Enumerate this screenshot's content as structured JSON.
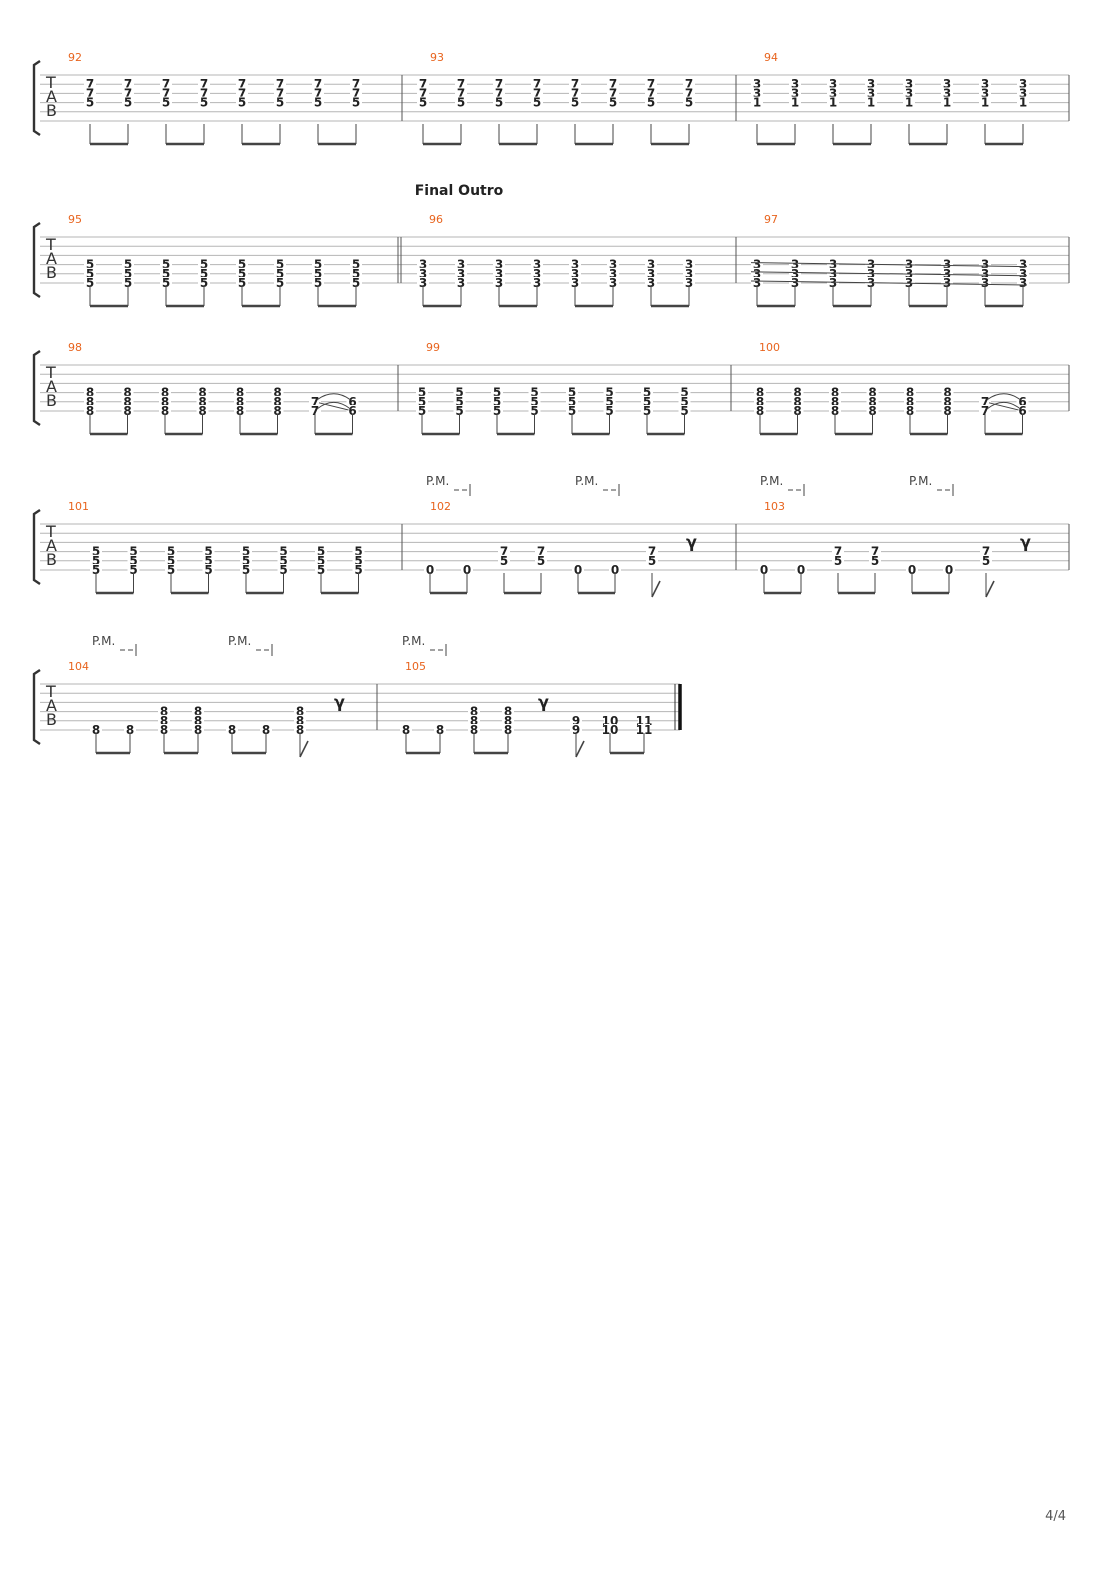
{
  "page_number": "4/4",
  "tab_letters": [
    "T",
    "A",
    "B"
  ],
  "pm_label": "P.M.",
  "systems": [
    {
      "measures": [
        {
          "number": "92",
          "beats": [
            [
              "7",
              "7",
              "5"
            ],
            [
              "7",
              "7",
              "5"
            ],
            [
              "7",
              "7",
              "5"
            ],
            [
              "7",
              "7",
              "5"
            ],
            [
              "7",
              "7",
              "5"
            ],
            [
              "7",
              "7",
              "5"
            ],
            [
              "7",
              "7",
              "5"
            ],
            [
              "7",
              "7",
              "5"
            ]
          ]
        },
        {
          "number": "93",
          "beats": [
            [
              "7",
              "7",
              "5"
            ],
            [
              "7",
              "7",
              "5"
            ],
            [
              "7",
              "7",
              "5"
            ],
            [
              "7",
              "7",
              "5"
            ],
            [
              "7",
              "7",
              "5"
            ],
            [
              "7",
              "7",
              "5"
            ],
            [
              "7",
              "7",
              "5"
            ],
            [
              "7",
              "7",
              "5"
            ]
          ]
        },
        {
          "number": "94",
          "beats": [
            [
              "3",
              "3",
              "1"
            ],
            [
              "3",
              "3",
              "1"
            ],
            [
              "3",
              "3",
              "1"
            ],
            [
              "3",
              "3",
              "1"
            ],
            [
              "3",
              "3",
              "1"
            ],
            [
              "3",
              "3",
              "1"
            ],
            [
              "3",
              "3",
              "1"
            ],
            [
              "3",
              "3",
              "1"
            ]
          ]
        }
      ]
    },
    {
      "section": "Final Outro",
      "measures": [
        {
          "number": "95",
          "beats": [
            [
              "5",
              "5",
              "5"
            ],
            [
              "5",
              "5",
              "5"
            ],
            [
              "5",
              "5",
              "5"
            ],
            [
              "5",
              "5",
              "5"
            ],
            [
              "5",
              "5",
              "5"
            ],
            [
              "5",
              "5",
              "5"
            ],
            [
              "5",
              "5",
              "5"
            ],
            [
              "5",
              "5",
              "5"
            ]
          ]
        },
        {
          "number": "96",
          "beats": [
            [
              "3",
              "3",
              "3"
            ],
            [
              "3",
              "3",
              "3"
            ],
            [
              "3",
              "3",
              "3"
            ],
            [
              "3",
              "3",
              "3"
            ],
            [
              "3",
              "3",
              "3"
            ],
            [
              "3",
              "3",
              "3"
            ],
            [
              "3",
              "3",
              "3"
            ],
            [
              "3",
              "3",
              "3"
            ]
          ]
        },
        {
          "number": "97",
          "beats": [
            [
              "3",
              "3",
              "3"
            ],
            [
              "3",
              "3",
              "3"
            ],
            [
              "3",
              "3",
              "3"
            ],
            [
              "3",
              "3",
              "3"
            ],
            [
              "3",
              "3",
              "3"
            ],
            [
              "3",
              "3",
              "3"
            ],
            [
              "3",
              "3",
              "3"
            ],
            [
              "3",
              "3",
              "3"
            ]
          ]
        }
      ]
    },
    {
      "measures": [
        {
          "number": "98",
          "beats": [
            [
              "8",
              "8",
              "8"
            ],
            [
              "8",
              "8",
              "8"
            ],
            [
              "8",
              "8",
              "8"
            ],
            [
              "8",
              "8",
              "8"
            ],
            [
              "8",
              "8",
              "8"
            ],
            [
              "8",
              "8",
              "8"
            ],
            [
              "7",
              "7"
            ],
            [
              "6",
              "6"
            ]
          ]
        },
        {
          "number": "99",
          "beats": [
            [
              "5",
              "5",
              "5"
            ],
            [
              "5",
              "5",
              "5"
            ],
            [
              "5",
              "5",
              "5"
            ],
            [
              "5",
              "5",
              "5"
            ],
            [
              "5",
              "5",
              "5"
            ],
            [
              "5",
              "5",
              "5"
            ],
            [
              "5",
              "5",
              "5"
            ],
            [
              "5",
              "5",
              "5"
            ]
          ]
        },
        {
          "number": "100",
          "beats": [
            [
              "8",
              "8",
              "8"
            ],
            [
              "8",
              "8",
              "8"
            ],
            [
              "8",
              "8",
              "8"
            ],
            [
              "8",
              "8",
              "8"
            ],
            [
              "8",
              "8",
              "8"
            ],
            [
              "8",
              "8",
              "8"
            ],
            [
              "7",
              "7"
            ],
            [
              "6",
              "6"
            ]
          ]
        }
      ]
    },
    {
      "measures": [
        {
          "number": "101",
          "beats": [
            [
              "5",
              "5",
              "5"
            ],
            [
              "5",
              "5",
              "5"
            ],
            [
              "5",
              "5",
              "5"
            ],
            [
              "5",
              "5",
              "5"
            ],
            [
              "5",
              "5",
              "5"
            ],
            [
              "5",
              "5",
              "5"
            ],
            [
              "5",
              "5",
              "5"
            ],
            [
              "5",
              "5",
              "5"
            ]
          ]
        },
        {
          "number": "102",
          "beats": [
            [
              "0"
            ],
            [
              "0"
            ],
            [
              "7",
              "5"
            ],
            [
              "7",
              "5"
            ],
            [
              "0"
            ],
            [
              "0"
            ],
            [
              "7",
              "5"
            ]
          ]
        },
        {
          "number": "103",
          "beats": [
            [
              "0"
            ],
            [
              "0"
            ],
            [
              "7",
              "5"
            ],
            [
              "7",
              "5"
            ],
            [
              "0"
            ],
            [
              "0"
            ],
            [
              "7",
              "5"
            ]
          ]
        }
      ]
    },
    {
      "measures": [
        {
          "number": "104",
          "beats": [
            [
              "8"
            ],
            [
              "8"
            ],
            [
              "8",
              "8",
              "8"
            ],
            [
              "8",
              "8",
              "8"
            ],
            [
              "8"
            ],
            [
              "8"
            ],
            [
              "8",
              "8",
              "8"
            ]
          ]
        },
        {
          "number": "105",
          "beats": [
            [
              "8"
            ],
            [
              "8"
            ],
            [
              "8",
              "8",
              "8"
            ],
            [
              "8",
              "8",
              "8"
            ],
            [
              "9",
              "9"
            ],
            [
              "10",
              "10"
            ],
            [
              "11",
              "11"
            ]
          ]
        }
      ]
    }
  ]
}
